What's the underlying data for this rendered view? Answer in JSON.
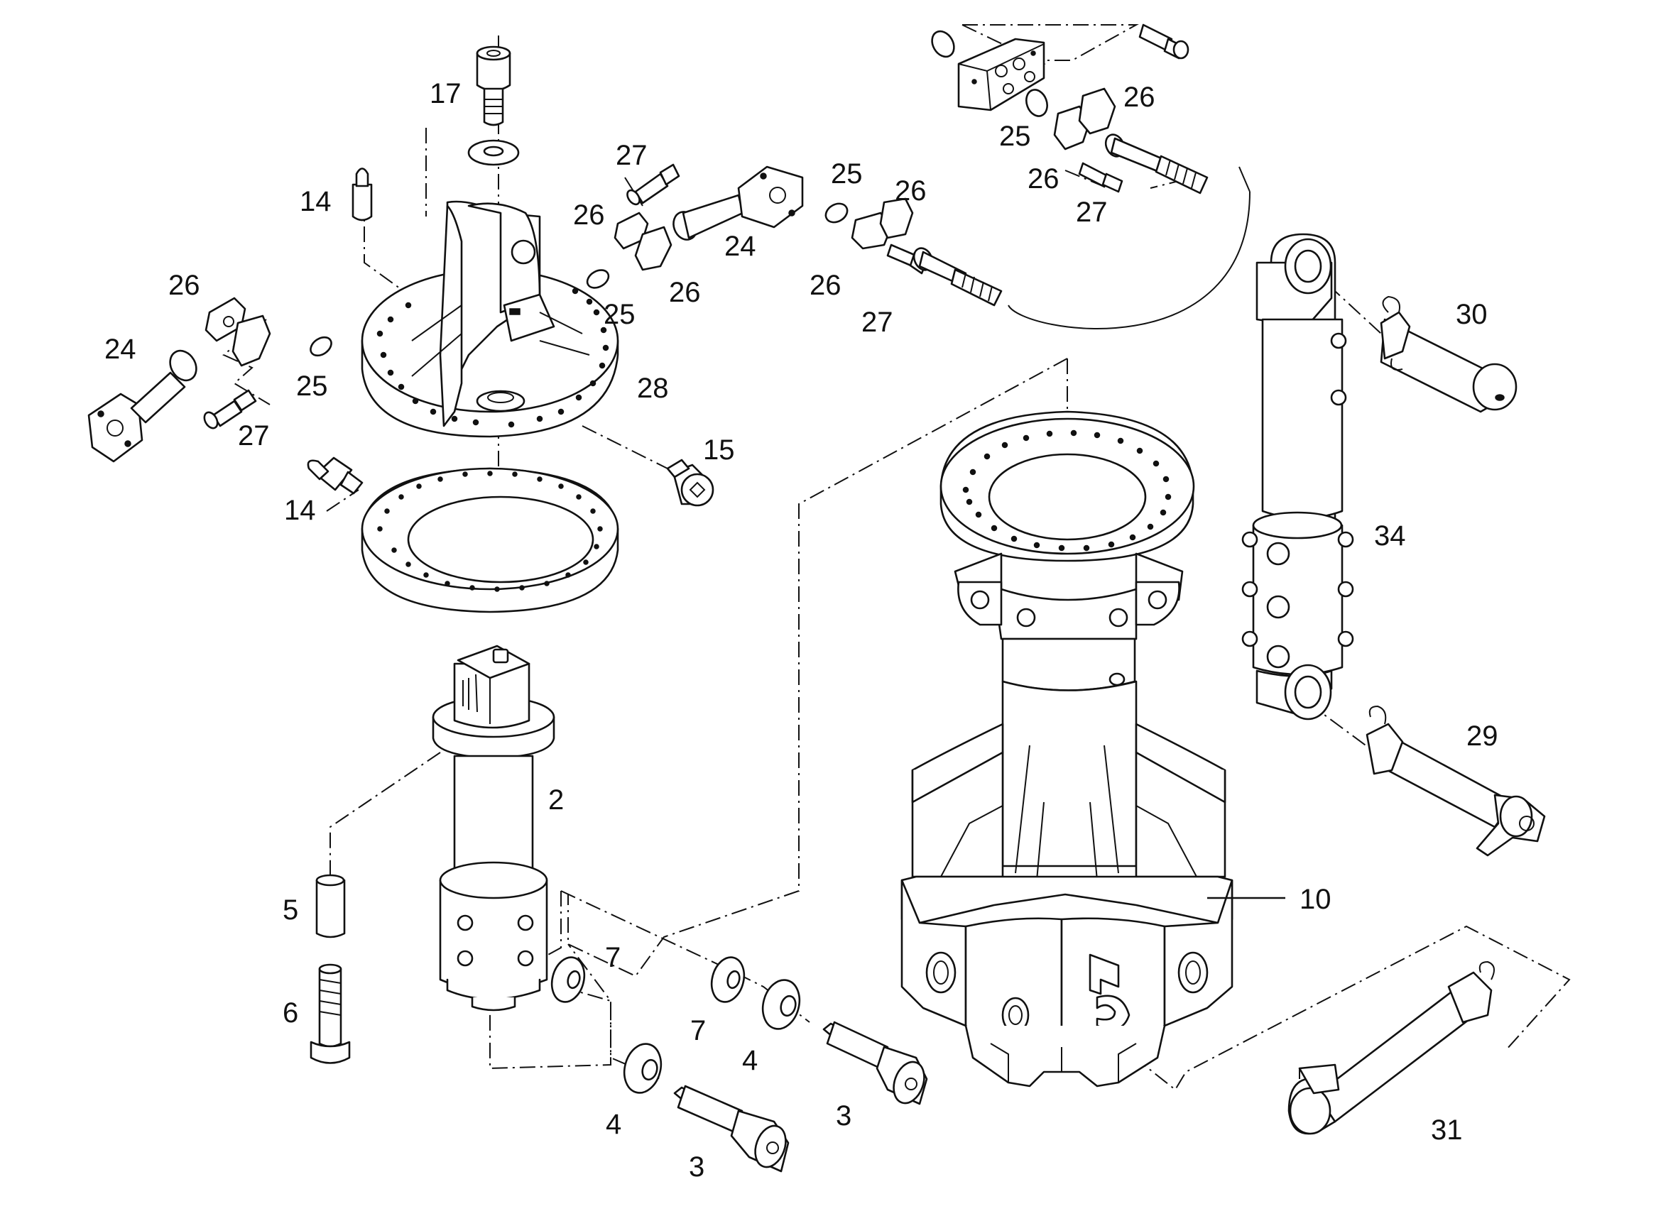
{
  "diagram": {
    "callouts": [
      {
        "id": "c17",
        "text": "17"
      },
      {
        "id": "c14a",
        "text": "14"
      },
      {
        "id": "c27a",
        "text": "27"
      },
      {
        "id": "c26a",
        "text": "26"
      },
      {
        "id": "c24a",
        "text": "24"
      },
      {
        "id": "c26b",
        "text": "26"
      },
      {
        "id": "c25a",
        "text": "25"
      },
      {
        "id": "c25b",
        "text": "25"
      },
      {
        "id": "c26c",
        "text": "26"
      },
      {
        "id": "c26d",
        "text": "26"
      },
      {
        "id": "c27b",
        "text": "27"
      },
      {
        "id": "c26e",
        "text": "26"
      },
      {
        "id": "c25c",
        "text": "25"
      },
      {
        "id": "c26f",
        "text": "26"
      },
      {
        "id": "c27c",
        "text": "27"
      },
      {
        "id": "c26g",
        "text": "26"
      },
      {
        "id": "c24b",
        "text": "24"
      },
      {
        "id": "c25d",
        "text": "25"
      },
      {
        "id": "c27d",
        "text": "27"
      },
      {
        "id": "c28",
        "text": "28"
      },
      {
        "id": "c15",
        "text": "15"
      },
      {
        "id": "c14b",
        "text": "14"
      },
      {
        "id": "c30",
        "text": "30"
      },
      {
        "id": "c34",
        "text": "34"
      },
      {
        "id": "c29",
        "text": "29"
      },
      {
        "id": "c2",
        "text": "2"
      },
      {
        "id": "c10",
        "text": "10"
      },
      {
        "id": "c5",
        "text": "5"
      },
      {
        "id": "c6",
        "text": "6"
      },
      {
        "id": "c7a",
        "text": "7"
      },
      {
        "id": "c7b",
        "text": "7"
      },
      {
        "id": "c4a",
        "text": "4"
      },
      {
        "id": "c3a",
        "text": "3"
      },
      {
        "id": "c4b",
        "text": "4"
      },
      {
        "id": "c3b",
        "text": "3"
      },
      {
        "id": "c31",
        "text": "31"
      }
    ]
  }
}
